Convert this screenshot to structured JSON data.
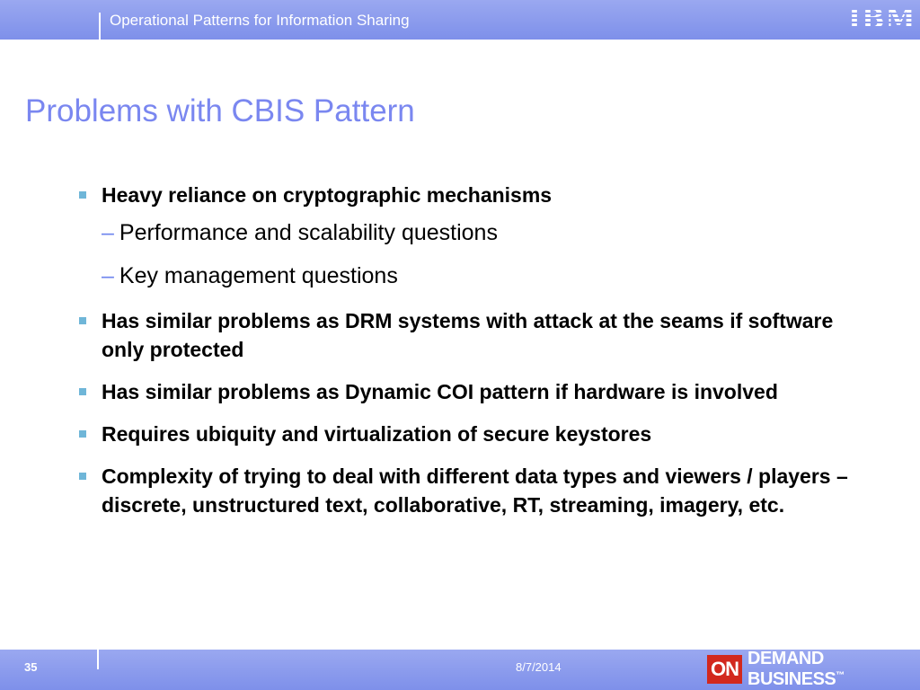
{
  "header": {
    "presentation_title": "Operational Patterns for Information Sharing",
    "logo_text": "IBM"
  },
  "slide": {
    "title": "Problems with CBIS Pattern",
    "bullets": [
      {
        "text": "Heavy reliance on cryptographic mechanisms",
        "subitems": [
          "Performance and scalability questions",
          "Key management questions"
        ]
      },
      {
        "text": "Has similar problems as DRM systems with attack at the seams if software only protected"
      },
      {
        "text": "Has similar problems as Dynamic COI pattern if hardware is involved"
      },
      {
        "text": "Requires ubiquity and virtualization of secure keystores"
      },
      {
        "text": "Complexity of trying to deal with different data types and viewers / players – discrete, unstructured text, collaborative, RT, streaming, imagery, etc."
      }
    ],
    "sub_marker": "–"
  },
  "footer": {
    "page_number": "35",
    "date": "8/7/2014",
    "badge_on": "ON",
    "badge_text": "DEMAND BUSINESS",
    "badge_tm": "™"
  },
  "colors": {
    "header_bar": "#8c9cee",
    "title": "#7a87f0",
    "bullet_marker": "#6fb6d8",
    "badge_red": "#d2281e"
  }
}
